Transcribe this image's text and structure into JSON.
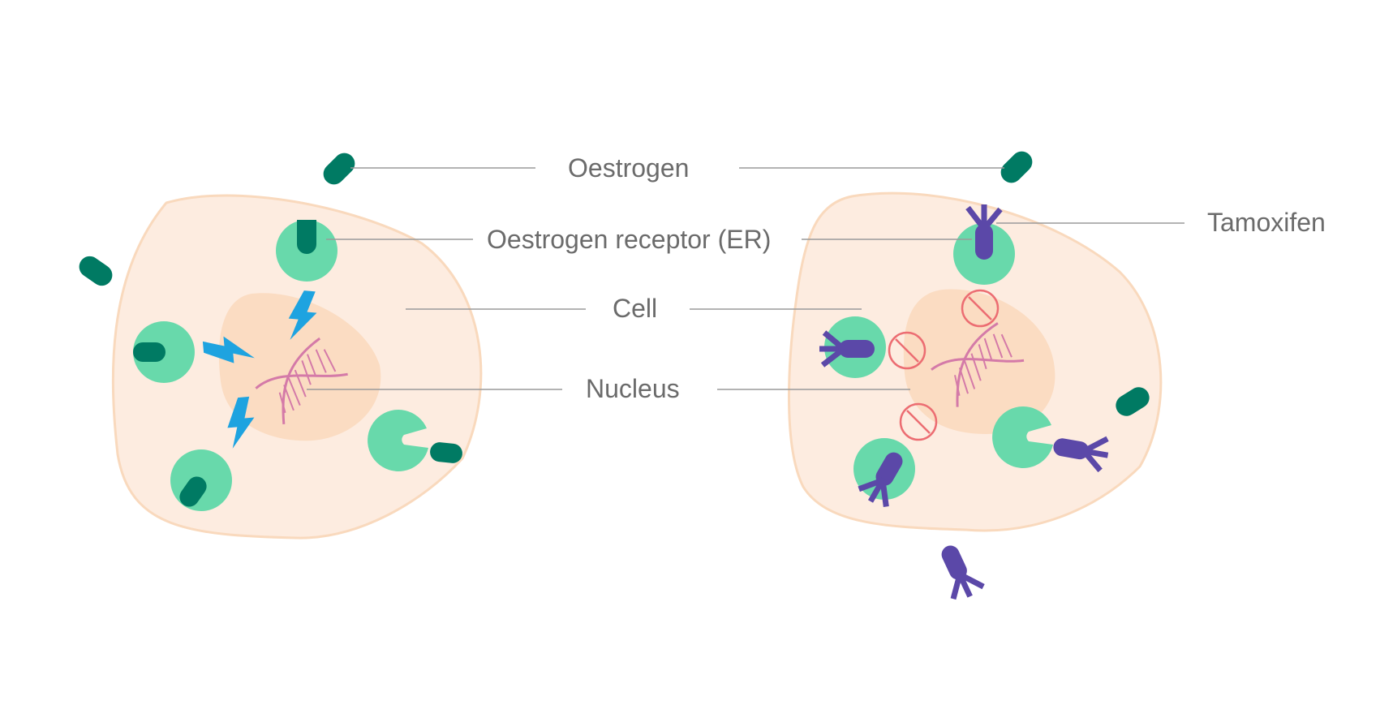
{
  "labels": {
    "oestrogen": "Oestrogen",
    "receptor": "Oestrogen receptor (ER)",
    "cell": "Cell",
    "nucleus": "Nucleus",
    "tamoxifen": "Tamoxifen"
  },
  "colors": {
    "cell_fill": "#fdece0",
    "cell_stroke": "#f9d9bd",
    "nucleus_fill": "#fbdcc2",
    "receptor": "#68d9ab",
    "oestrogen": "#007a63",
    "tamoxifen": "#5b48a8",
    "signal": "#1ea3e0",
    "blocked": "#ec6d72",
    "dna": "#d47aa8",
    "leader_line": "#9a9a9a",
    "text": "#6b6b6b"
  }
}
